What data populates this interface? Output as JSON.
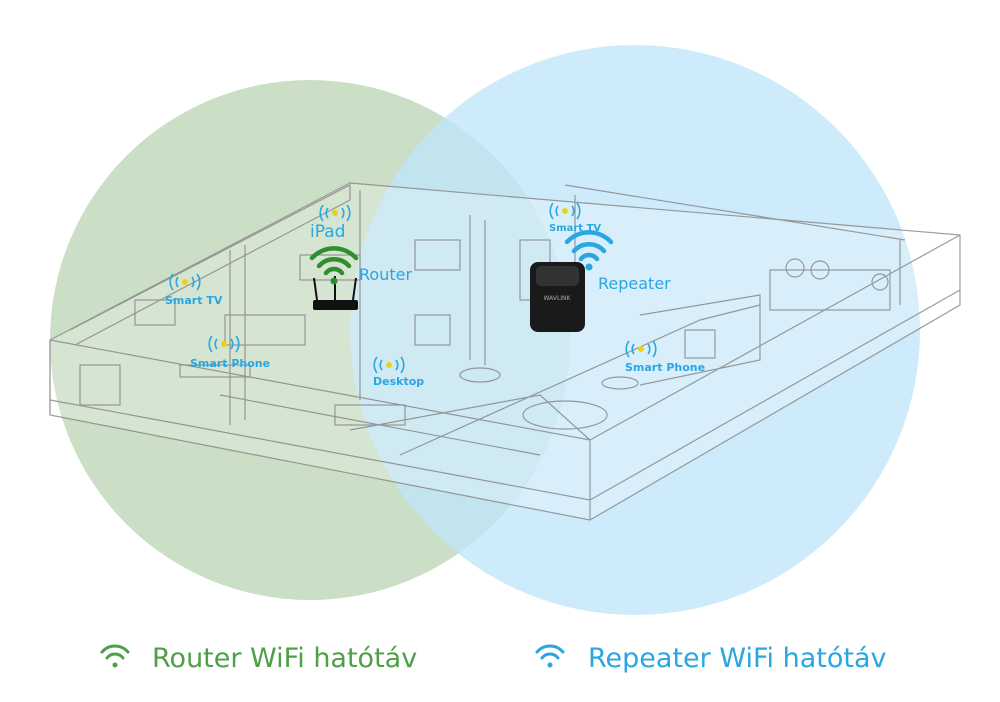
{
  "colors": {
    "router_zone": "#c8dcc3",
    "repeater_zone": "#c6e8f8",
    "router_accent": "#4e9f48",
    "repeater_accent": "#2aa6e0",
    "building_line": "#8a8a8a"
  },
  "devices": {
    "router_label": "Router",
    "repeater_label": "Repeater",
    "ipad_label": "iPad",
    "smart_tv_left": "Smart TV",
    "smart_phone_left": "Smart Phone",
    "desktop": "Desktop",
    "smart_tv_right": "Smart TV",
    "smart_phone_right": "Smart Phone"
  },
  "legend": {
    "router_range": "Router WiFi hatótáv",
    "repeater_range": "Repeater WiFi hatótáv",
    "router_icon": "wifi-icon",
    "repeater_icon": "wifi-icon"
  }
}
